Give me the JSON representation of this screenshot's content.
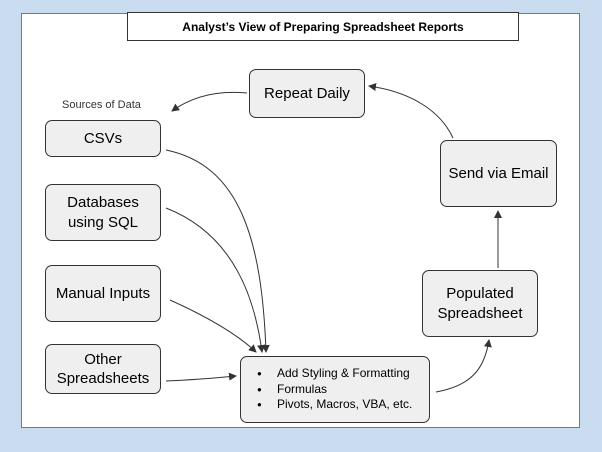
{
  "title": "Analyst’s View of Preparing Spreadsheet Reports",
  "sources_caption": "Sources of Data",
  "nodes": {
    "csvs": "CSVs",
    "databases": "Databases\nusing SQL",
    "manual_inputs": "Manual Inputs",
    "other_spreadsheets": "Other\nSpreadsheets",
    "populated": "Populated\nSpreadsheet",
    "send_email": "Send via Email",
    "repeat_daily": "Repeat Daily"
  },
  "process_steps": [
    "Add Styling & Formatting",
    "Formulas",
    "Pivots, Macros, VBA, etc."
  ],
  "colors": {
    "background": "#c9dcf0",
    "node_fill": "#efefef",
    "stroke": "#333333"
  }
}
